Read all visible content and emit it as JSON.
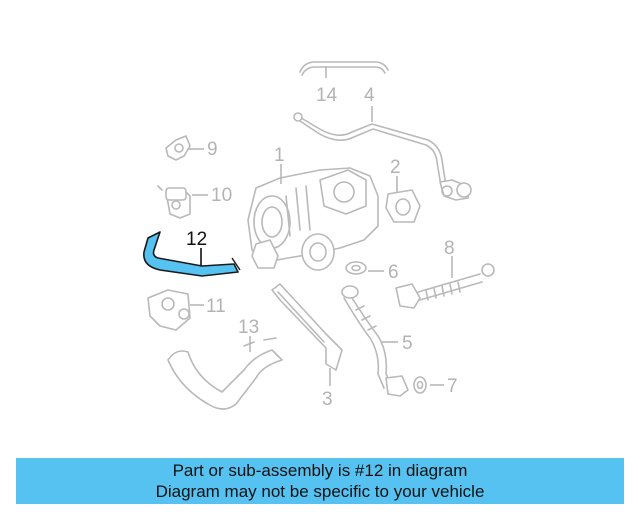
{
  "callouts": {
    "l1": "1",
    "l2": "2",
    "l3": "3",
    "l4": "4",
    "l5": "5",
    "l6": "6",
    "l7": "7",
    "l8": "8",
    "l9": "9",
    "l10": "10",
    "l11": "11",
    "l12": "12",
    "l13": "13",
    "l14": "14"
  },
  "highlight_color": "#56c2f1",
  "banner": {
    "line1": "Part or sub-assembly is #12 in diagram",
    "line2": "Diagram may not be specific to your vehicle",
    "color": "#56c2f1"
  }
}
